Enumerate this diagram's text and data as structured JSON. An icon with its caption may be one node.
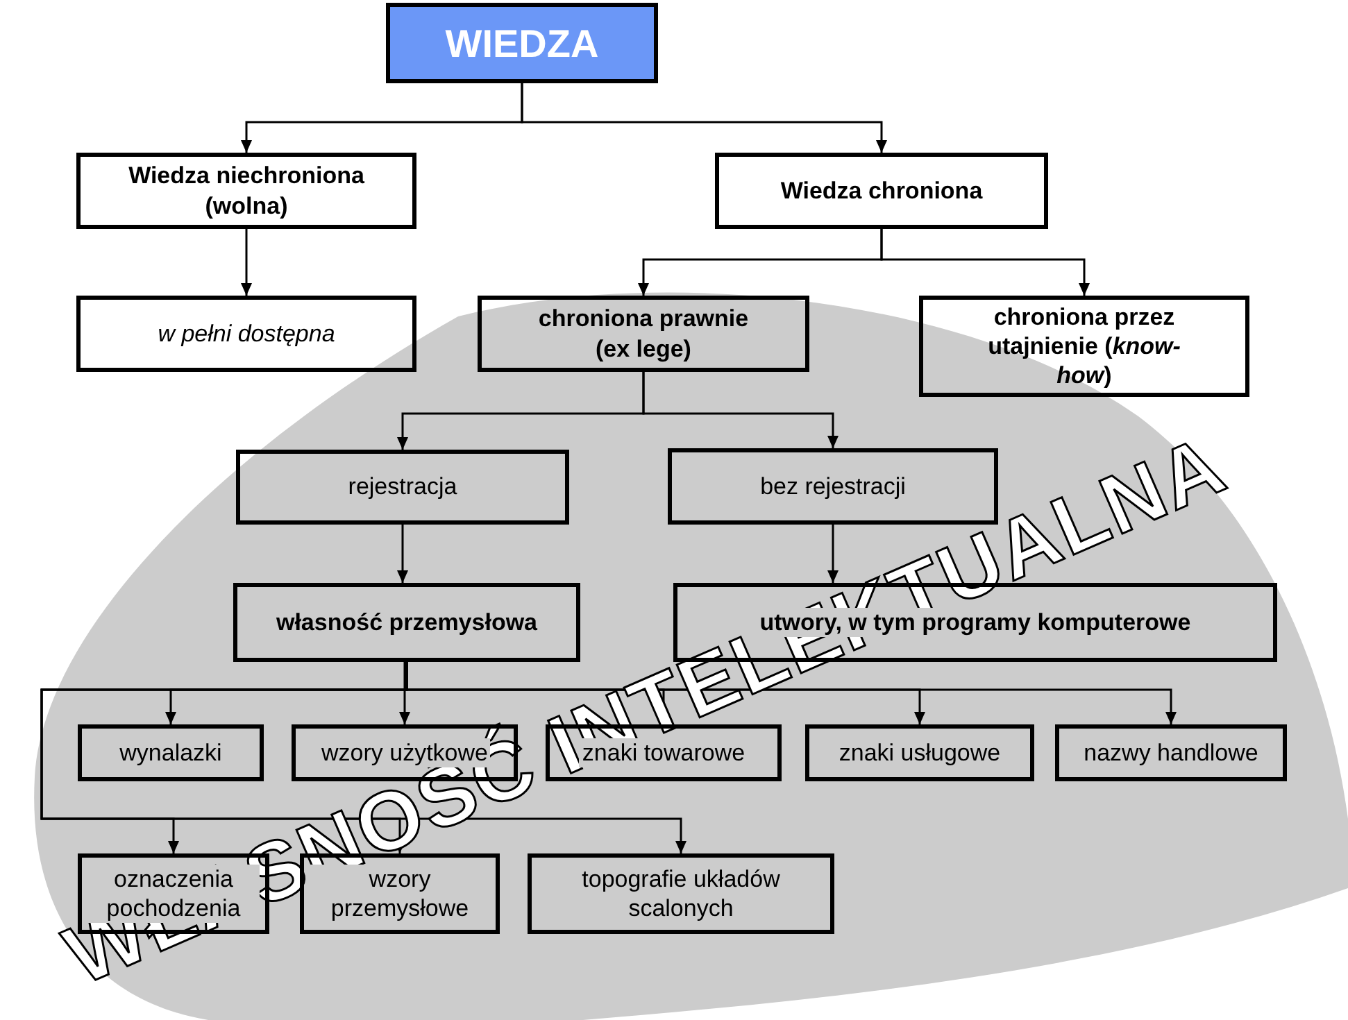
{
  "diagram": {
    "nodes": [
      {
        "text": [
          "WIEDZA"
        ]
      },
      {
        "text": [
          "Wiedza niechroniona (wolna)"
        ]
      },
      {
        "text": [
          "Wiedza chroniona"
        ]
      },
      {
        "text": [
          "w pełni dostępna"
        ]
      },
      {
        "text": [
          "chroniona prawnie (ex lege)"
        ]
      },
      {
        "text": [
          "chroniona przez utajnienie (*know-how*)"
        ]
      },
      {
        "text": [
          "rejestracja"
        ]
      },
      {
        "text": [
          "bez rejestracji"
        ]
      },
      {
        "text": [
          "własność przemysłowa"
        ]
      },
      {
        "text": [
          "utwory, w tym programy komputerowe"
        ]
      },
      {
        "text": [
          "wynalazki"
        ]
      },
      {
        "text": [
          "wzory użytkowe"
        ]
      },
      {
        "text": [
          "znaki towarowe"
        ]
      },
      {
        "text": [
          "znaki usługowe"
        ]
      },
      {
        "text": [
          "nazwy handlowe"
        ]
      },
      {
        "text": [
          "oznaczenia pochodzenia"
        ]
      },
      {
        "text": [
          "wzory przemysłowe"
        ]
      },
      {
        "text": [
          "topografie układów scalonych"
        ]
      }
    ],
    "edges": [
      {
        "from": 0,
        "to": 1,
        "arrow": "to"
      },
      {
        "from": 0,
        "to": 2,
        "arrow": "to"
      },
      {
        "from": 1,
        "to": 3,
        "arrow": "to"
      },
      {
        "from": 2,
        "to": 4,
        "arrow": "to"
      },
      {
        "from": 2,
        "to": 5,
        "arrow": "to"
      },
      {
        "from": 4,
        "to": 6,
        "arrow": "to"
      },
      {
        "from": 4,
        "to": 7,
        "arrow": "to"
      },
      {
        "from": 6,
        "to": 8,
        "arrow": "to"
      },
      {
        "from": 7,
        "to": 9,
        "arrow": "to"
      },
      {
        "from": 8,
        "to": 10,
        "arrow": "to"
      },
      {
        "from": 8,
        "to": 11,
        "arrow": "to"
      },
      {
        "from": 8,
        "to": 12,
        "arrow": "to"
      },
      {
        "from": 8,
        "to": 13,
        "arrow": "to"
      },
      {
        "from": 8,
        "to": 14,
        "arrow": "to"
      },
      {
        "from": 8,
        "to": 15,
        "arrow": "to"
      },
      {
        "from": 8,
        "to": 16,
        "arrow": "to"
      },
      {
        "from": 8,
        "to": 17,
        "arrow": "to"
      }
    ],
    "labels": [
      "WŁASNOŚĆ INTELEKTUALNA"
    ]
  }
}
